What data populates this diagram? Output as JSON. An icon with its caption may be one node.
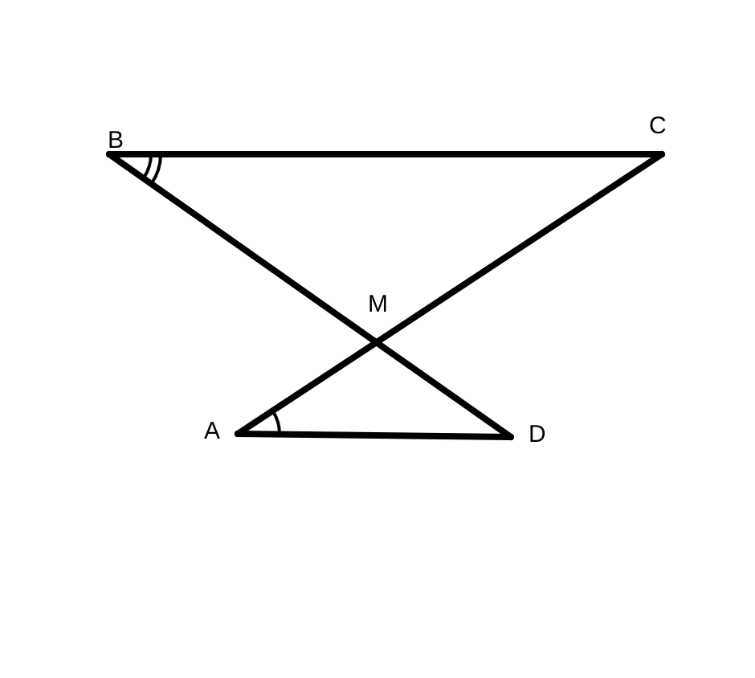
{
  "diagram": {
    "labels": [
      "B",
      "C",
      "M",
      "A",
      "D"
    ]
  }
}
